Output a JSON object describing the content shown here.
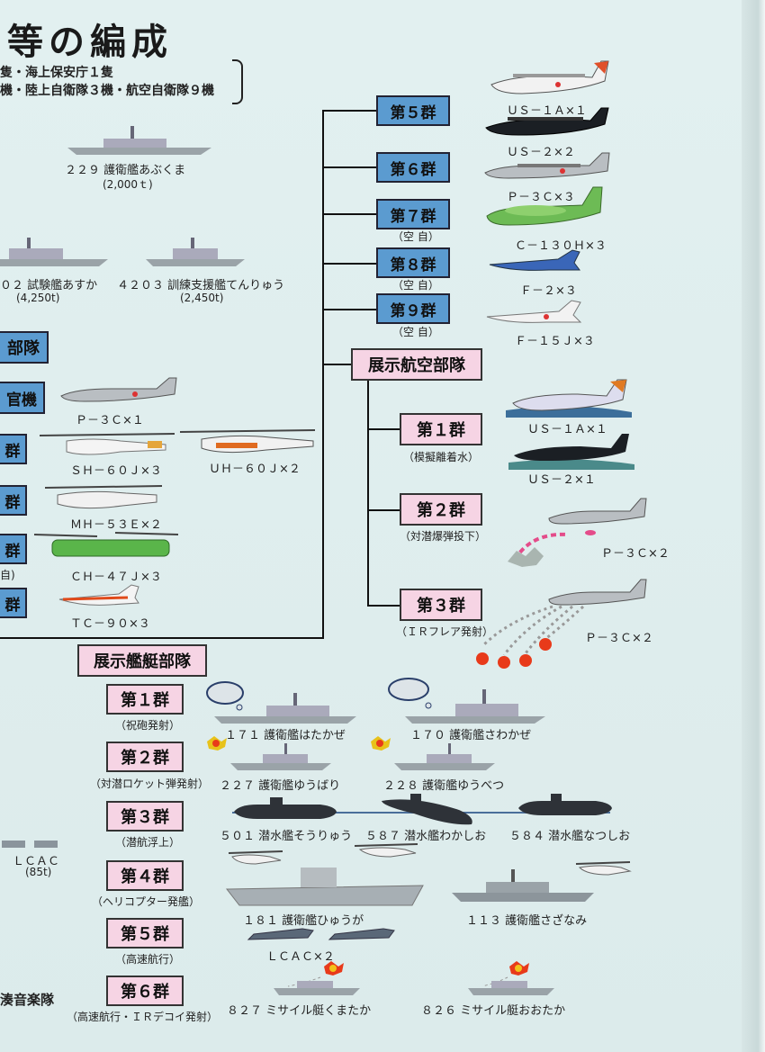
{
  "header": {
    "title": "等の編成",
    "line1": "隻・海上保安庁１隻",
    "line2": "機・陸上自衛隊３機・航空自衛隊９機"
  },
  "air_groups": [
    {
      "label": "第５群",
      "note": "",
      "aircraft": [
        "ＵＳ－１Ａ×１",
        "ＵＳ－２×２"
      ]
    },
    {
      "label": "第６群",
      "note": "",
      "aircraft": [
        "Ｐ－３Ｃ×３"
      ]
    },
    {
      "label": "第７群",
      "note": "（空 自）",
      "aircraft": [
        "Ｃ－１３０Ｈ×３"
      ]
    },
    {
      "label": "第８群",
      "note": "（空 自）",
      "aircraft": [
        "Ｆ－２×３"
      ]
    },
    {
      "label": "第９群",
      "note": "（空 自）",
      "aircraft": [
        "Ｆ－１５Ｊ×３"
      ]
    }
  ],
  "demo_air": {
    "title": "展示航空部隊",
    "groups": [
      {
        "label": "第１群",
        "note": "（模擬離着水）",
        "aircraft": [
          "ＵＳ－１Ａ×１",
          "ＵＳ－２×１"
        ]
      },
      {
        "label": "第２群",
        "note": "（対潜爆弾投下）",
        "aircraft": [
          "Ｐ－３Ｃ×２"
        ]
      },
      {
        "label": "第３群",
        "note": "（ＩＲフレア発射）",
        "aircraft": [
          "Ｐ－３Ｃ×２"
        ]
      }
    ]
  },
  "left_units": {
    "butai": "部隊",
    "kanki": "官機",
    "gun": "群",
    "ji": "自)"
  },
  "left_aircraft": [
    "Ｐ－３Ｃ×１",
    "ＳＨ－６０Ｊ×３",
    "ＵＨ－６０Ｊ×２",
    "ＭＨ－５３Ｅ×２",
    "ＣＨ－４７Ｊ×３",
    "ＴＣ－９０×３"
  ],
  "ships_top": [
    {
      "label": "２２９ 護衛艦あぶくま",
      "sub": "(2,000ｔ)"
    },
    {
      "label": "０２ 試験艦あすか",
      "sub": "(4,250t)"
    },
    {
      "label": "４２０３ 訓練支援艦てんりゅう",
      "sub": "(2,450t)"
    }
  ],
  "demo_ships": {
    "title": "展示艦艇部隊",
    "groups": [
      {
        "label": "第１群",
        "note": "（祝砲発射）",
        "ships": [
          "１７１ 護衛艦はたかぜ",
          "１７０ 護衛艦さわかぜ"
        ]
      },
      {
        "label": "第２群",
        "note": "（対潜ロケット弾発射）",
        "ships": [
          "２２７ 護衛艦ゆうばり",
          "２２８ 護衛艦ゆうべつ"
        ]
      },
      {
        "label": "第３群",
        "note": "（潜航浮上）",
        "ships": [
          "５０１ 潜水艦そうりゅう",
          "５８７ 潜水艦わかしお",
          "５８４ 潜水艦なつしお"
        ]
      },
      {
        "label": "第４群",
        "note": "（ヘリコプター発艦）",
        "ships": [
          "１８１ 護衛艦ひゅうが",
          "１１３ 護衛艦さざなみ"
        ]
      },
      {
        "label": "第５群",
        "note": "（高速航行）",
        "ships": [
          "ＬＣＡＣ×２"
        ]
      },
      {
        "label": "第６群",
        "note": "（高速航行・ＩＲデコイ発射）",
        "ships": [
          "８２７ ミサイル艇くまたか",
          "８２６ ミサイル艇おおたか"
        ]
      }
    ]
  },
  "lcac": {
    "label": "ＬＣＡＣ",
    "sub": "(85t)"
  },
  "band": "湊音楽隊"
}
